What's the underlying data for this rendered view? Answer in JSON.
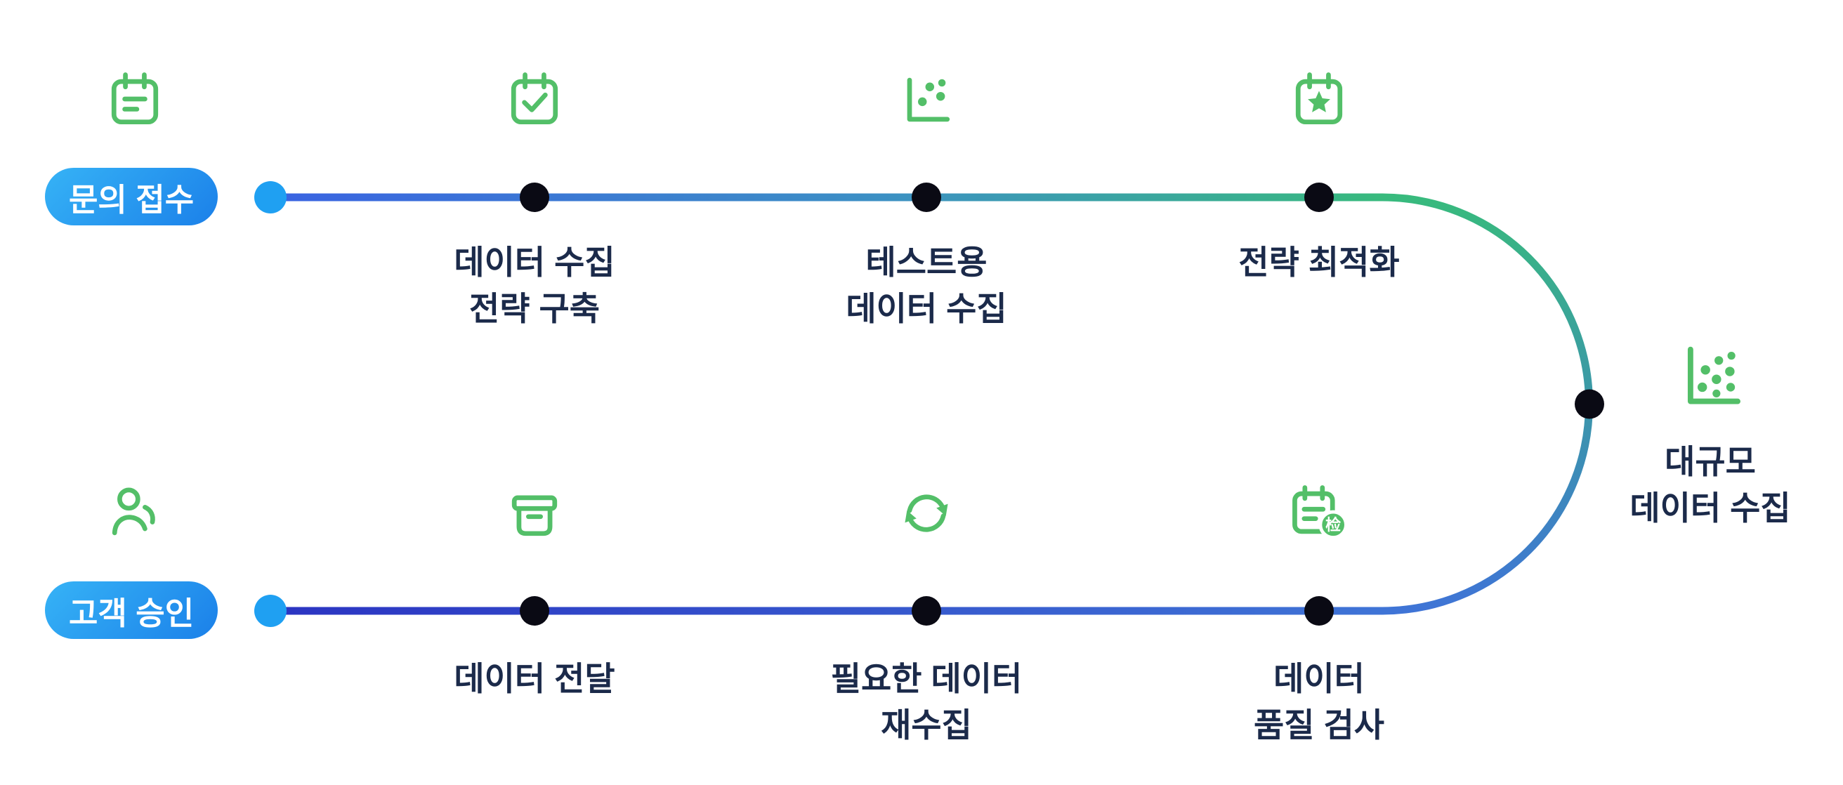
{
  "colors": {
    "background": "#FFFFFF",
    "icon_green": "#53BF68",
    "line_blue_start": "#3A63E2",
    "line_green": "#38BA7D",
    "line_mid_blue": "#3F74D6",
    "line_indigo_end": "#2B34C2",
    "node_black": "#0A0A14",
    "node_blue": "#1FA0F2",
    "label_text": "#1B2A4A",
    "pill_gradient_start": "#36B3F6",
    "pill_gradient_end": "#1B80E9",
    "pill_text": "#FFFFFF"
  },
  "flow": {
    "start": {
      "label": "문의 접수",
      "icon": "memo-icon"
    },
    "end": {
      "label": "고객 승인",
      "icon": "person-icon"
    },
    "top_steps": [
      {
        "icon": "calendar-check-icon",
        "lines": [
          "데이터 수집",
          "전략 구축"
        ]
      },
      {
        "icon": "scatter-chart-icon",
        "lines": [
          "테스트용",
          "데이터 수집"
        ]
      },
      {
        "icon": "calendar-star-icon",
        "lines": [
          "전략 최적화"
        ]
      }
    ],
    "turn_step": {
      "icon": "large-scatter-chart-icon",
      "lines": [
        "대규모",
        "데이터 수집"
      ]
    },
    "bottom_steps": [
      {
        "icon": "delivery-box-icon",
        "lines": [
          "데이터 전달"
        ]
      },
      {
        "icon": "refresh-icon",
        "lines": [
          "필요한 데이터",
          "재수집"
        ]
      },
      {
        "icon": "quality-check-clipboard-icon",
        "lines": [
          "데이터",
          "품질 검사"
        ],
        "badge": "检"
      }
    ]
  }
}
